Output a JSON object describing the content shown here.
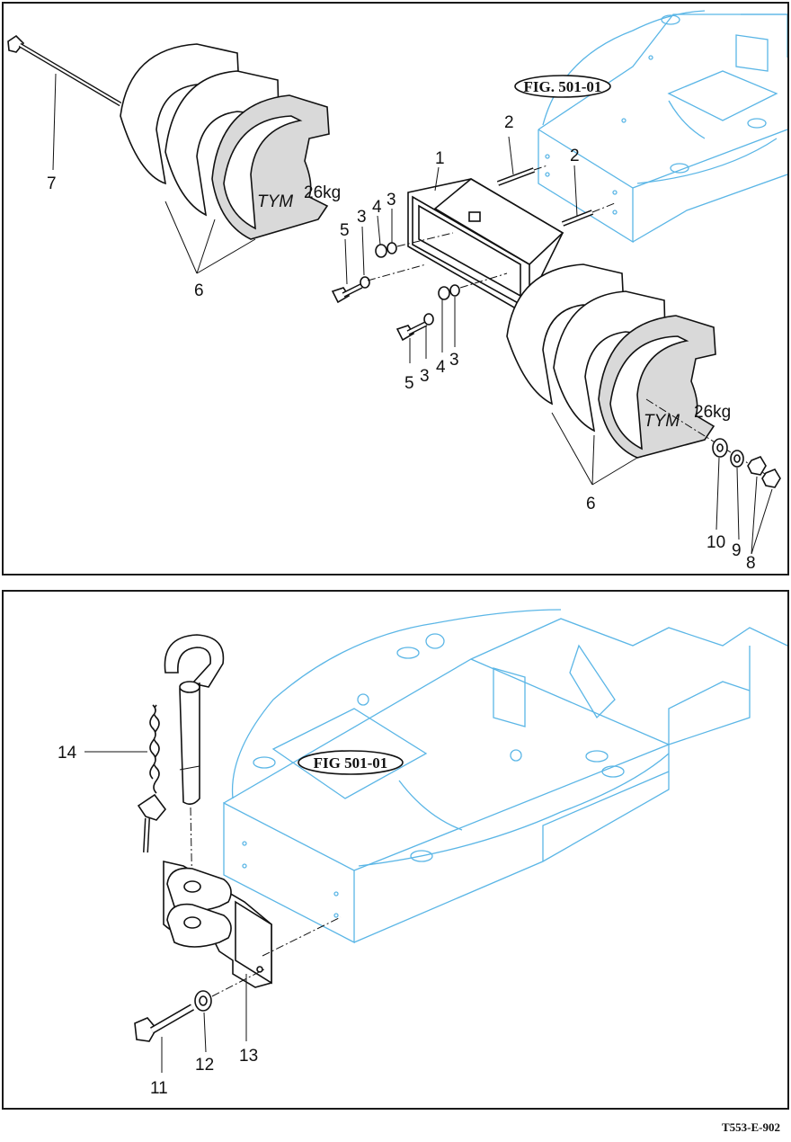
{
  "figure_refs": {
    "top": "FIG. 501-01",
    "bottom": "FIG 501-01"
  },
  "weight_markings": {
    "brand": "TYM",
    "weight": "26kg"
  },
  "callouts_top": {
    "c1": "1",
    "c2a": "2",
    "c2b": "2",
    "c3a": "3",
    "c3b": "3",
    "c3c": "3",
    "c3d": "3",
    "c4a": "4",
    "c4b": "4",
    "c5a": "5",
    "c5b": "5",
    "c6a": "6",
    "c6b": "6",
    "c7": "7",
    "c8": "8",
    "c9": "9",
    "c10": "10"
  },
  "callouts_bottom": {
    "c11": "11",
    "c12": "12",
    "c13": "13",
    "c14": "14"
  },
  "document_code": "T553-E-902",
  "colors": {
    "frame_line": "#5bb6e6",
    "part_line": "#111111"
  }
}
